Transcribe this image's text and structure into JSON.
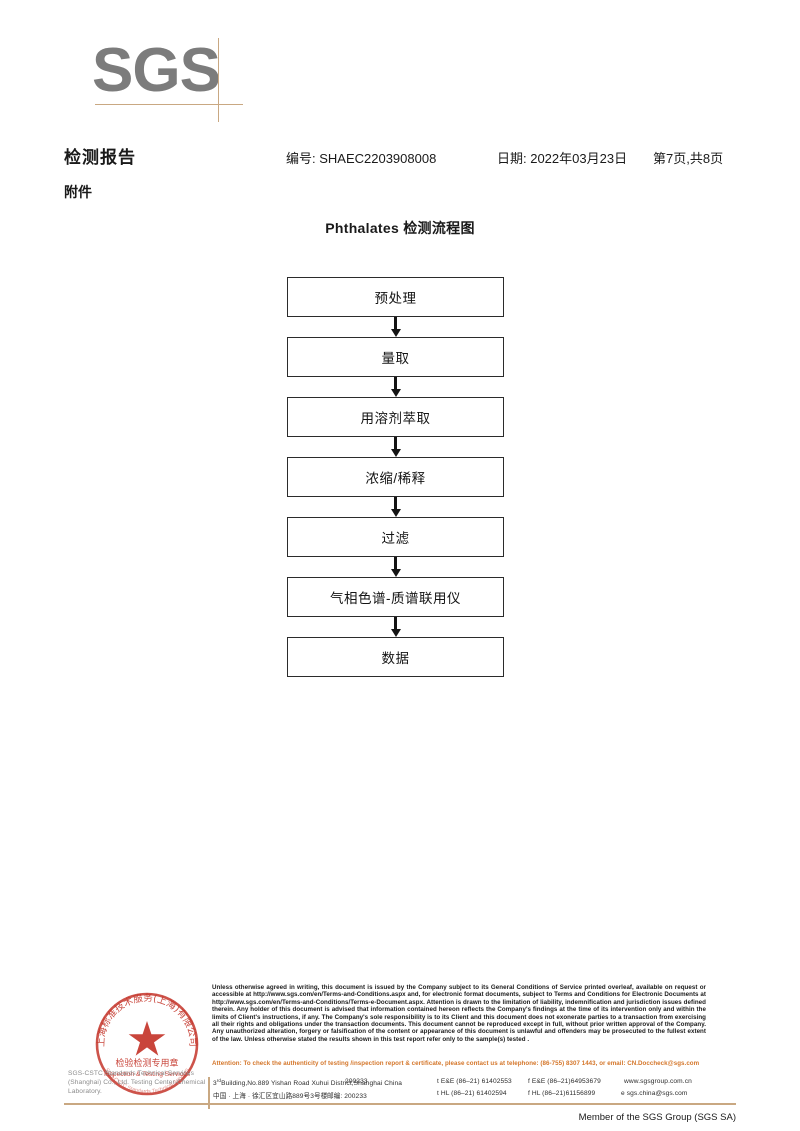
{
  "logo": {
    "text": "SGS"
  },
  "header": {
    "title": "检测报告",
    "report_no": "编号: SHAEC2203908008",
    "date": "日期: 2022年03月23日",
    "page": "第7页,共8页",
    "attachment": "附件"
  },
  "flowchart": {
    "title": "Phthalates 检测流程图",
    "steps": [
      {
        "label": "预处理"
      },
      {
        "label": "量取"
      },
      {
        "label": "用溶剂萃取"
      },
      {
        "label": "浓缩/稀释"
      },
      {
        "label": "过滤"
      },
      {
        "label": "气相色谱-质谱联用仪"
      },
      {
        "label": "数据"
      }
    ]
  },
  "stamp": {
    "cn_line": "检验检测专用章",
    "en_line": "Inspection & Testing Services",
    "ring_cn": "上海标准技术服务(上海)有限公司",
    "company_text": "SGS-CSTC Standards Technical Services (Shanghai) Co., Ltd. Testing Center-Chemical Laboratory."
  },
  "footer": {
    "legal": "Unless otherwise agreed in writing, this document is issued by the Company subject to its General Conditions of Service printed overleaf, available on request or accessible at http://www.sgs.com/en/Terms-and-Conditions.aspx and, for electronic format documents, subject to Terms and Conditions for Electronic Documents at http://www.sgs.com/en/Terms-and-Conditions/Terms-e-Document.aspx. Attention is drawn to the limitation of liability, indemnification and jurisdiction issues defined therein. Any holder of this document is advised that information contained hereon reflects the Company's findings at the time of its intervention only and within the limits of Client's instructions, if any. The Company's sole responsibility is to its Client and this document does not exonerate parties to a transaction from exercising all their rights and obligations under the transaction documents. This document cannot be reproduced except in full, without prior written approval of the Company. Any unauthorized alteration, forgery or falsification of the content or appearance of this document is unlawful and offenders may be prosecuted to the fullest extent of the law. Unless otherwise stated the results shown in this test report refer only to the sample(s) tested .",
    "attention": "Attention: To check the authenticity of testing /inspection report & certificate, please contact us at telephone: (86-755) 8307 1443, or email: CN.Doccheck@sgs.com",
    "address_en": "Building,No.889 Yishan Road Xuhui District,Shanghai China",
    "address_en_prefix": "3",
    "address_en_sup": "rd",
    "address_cn": "中国 · 上海 · 徐汇区宜山路889号3号楼",
    "zip_en": "200233",
    "zip_cn": "邮编: 200233",
    "tel_1": "t E&E (86–21) 61402553",
    "tel_2": "t HL (86–21) 61402594",
    "fax_1": "f E&E (86–21)64953679",
    "fax_2": "f HL (86–21)61156899",
    "web": "www.sgsgroup.com.cn",
    "email": "e  sgs.china@sgs.com",
    "member": "Member of the SGS Group (SGS SA)"
  },
  "colors": {
    "logo_gray": "#7c7c7c",
    "rule_tan": "#c9a882",
    "attention_orange": "#d4762a",
    "stamp_red": "#c4352a"
  }
}
